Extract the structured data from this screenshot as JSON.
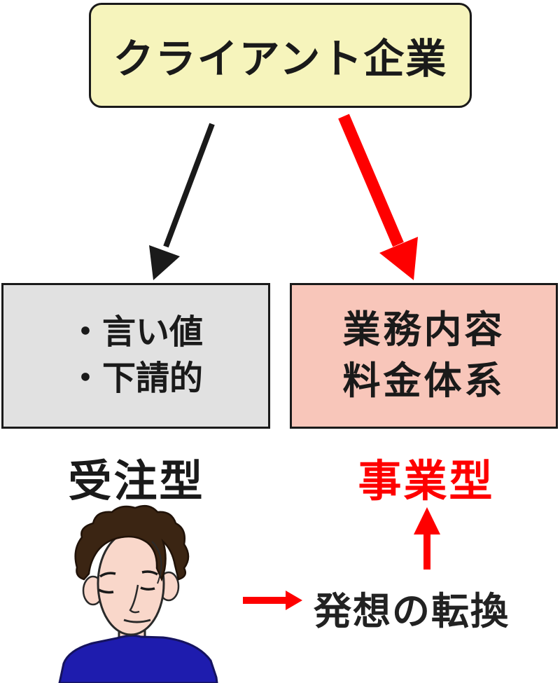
{
  "diagram": {
    "top_box": {
      "label": "クライアント企業"
    },
    "left_box": {
      "lines": [
        "・言い値",
        "・下請的"
      ]
    },
    "right_box": {
      "lines": [
        "業務内容",
        "料金体系"
      ]
    },
    "left_label": "受注型",
    "right_label": "事業型",
    "bottom_text": "発想の転換",
    "colors": {
      "box_yellow": "#f6f4bc",
      "box_gray": "#e1e1e1",
      "box_pink": "#f8c6ba",
      "accent_red": "#fe0000",
      "outline_black": "#1a1a1a",
      "shirt_blue": "#1e1cae",
      "skin": "#f9d7ca",
      "hair_brown": "#3b2513"
    },
    "icons": {
      "black_arrow": "arrow-down-left",
      "red_arrow": "arrow-down-right",
      "up_arrow": "arrow-up",
      "right_arrow": "arrow-right",
      "person": "young-man-illustration"
    }
  }
}
